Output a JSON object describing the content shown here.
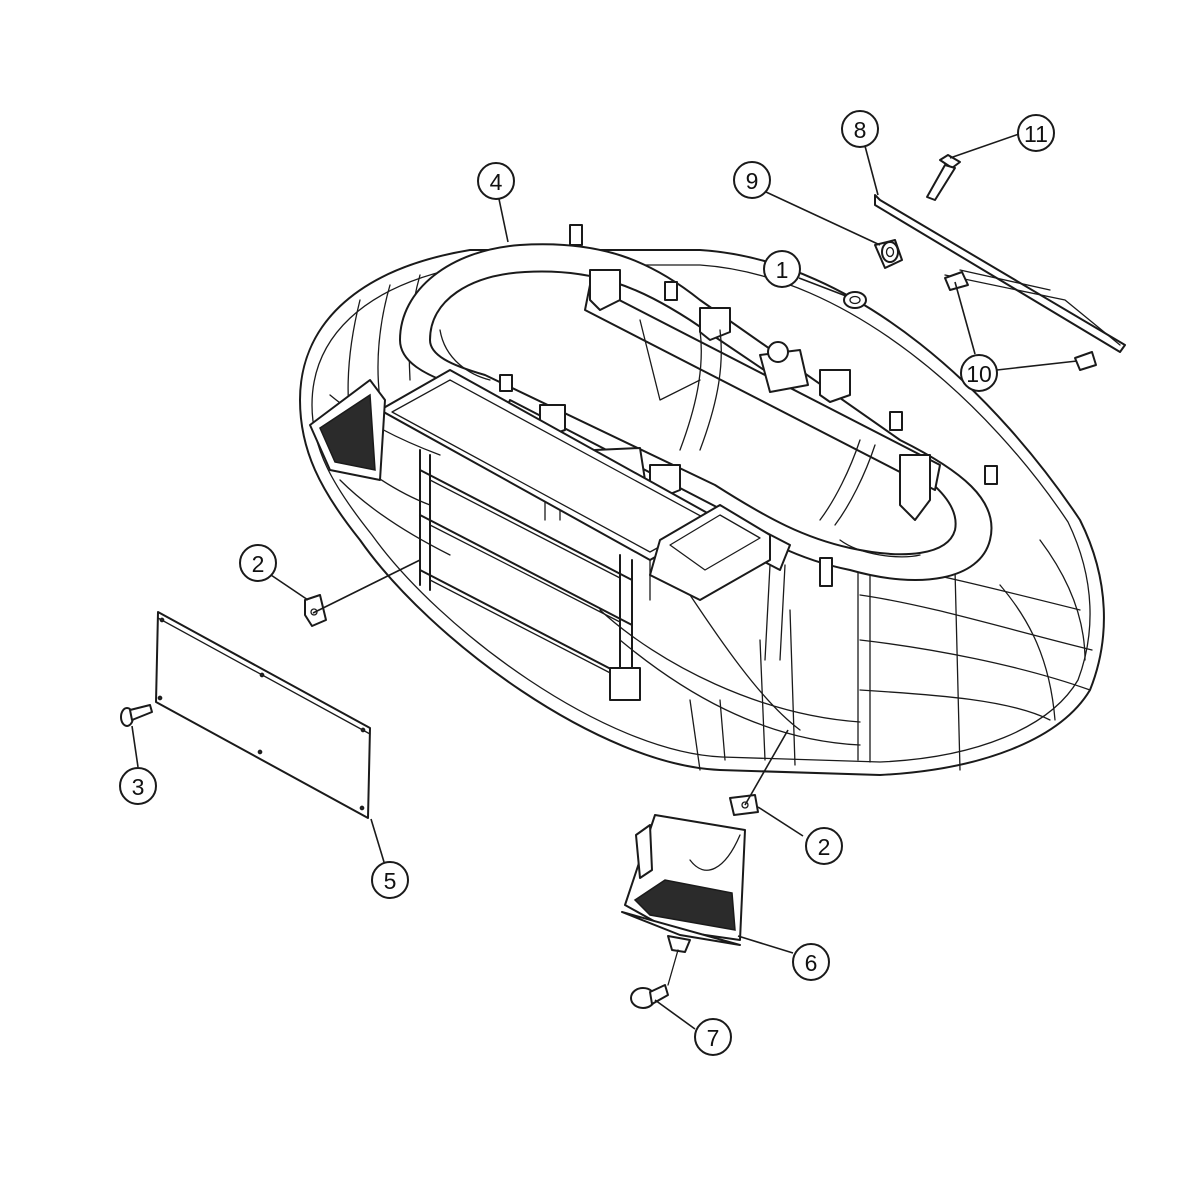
{
  "callouts": [
    {
      "id": "c4",
      "label": "4"
    },
    {
      "id": "c8",
      "label": "8"
    },
    {
      "id": "c11",
      "label": "11"
    },
    {
      "id": "c9",
      "label": "9"
    },
    {
      "id": "c1",
      "label": "1"
    },
    {
      "id": "c10",
      "label": "10"
    },
    {
      "id": "c2a",
      "label": "2"
    },
    {
      "id": "c3",
      "label": "3"
    },
    {
      "id": "c5",
      "label": "5"
    },
    {
      "id": "c2b",
      "label": "2"
    },
    {
      "id": "c6",
      "label": "6"
    },
    {
      "id": "c7",
      "label": "7"
    }
  ]
}
